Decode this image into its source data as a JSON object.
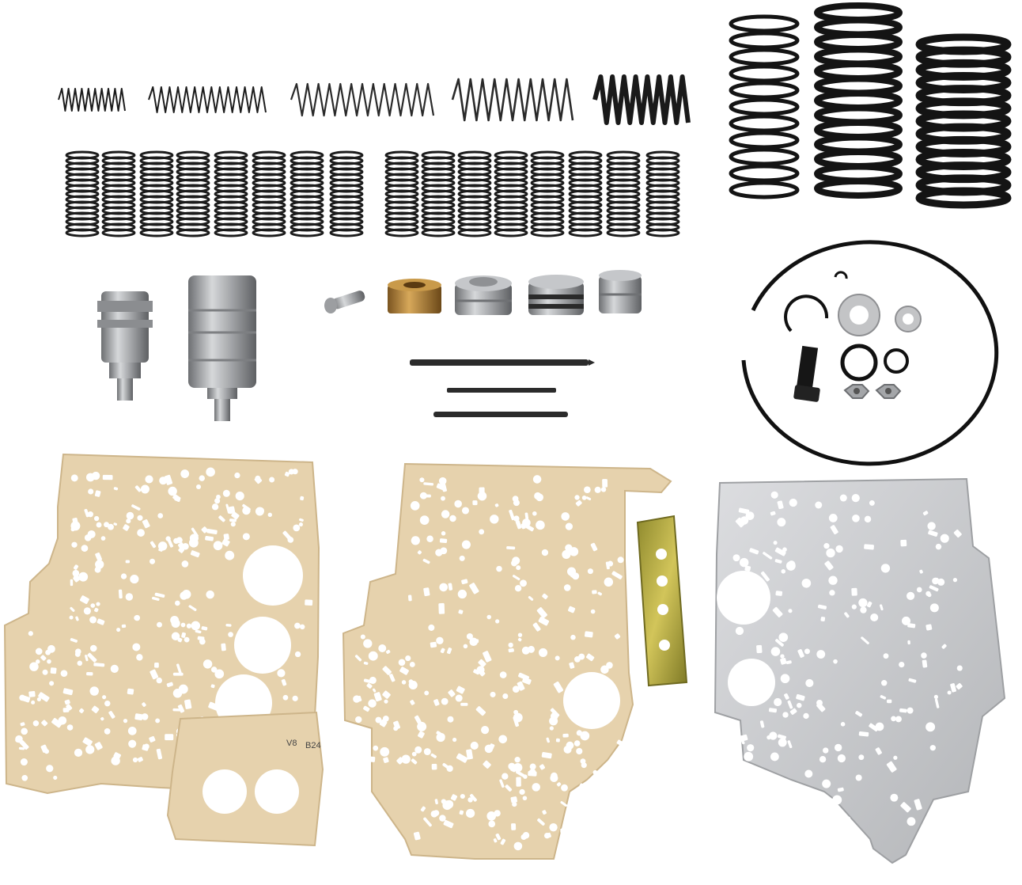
{
  "scene": {
    "subject": "valve-body-kit",
    "colors": {
      "background": "#ffffff",
      "spring_dark": "#1c1c1c",
      "spring_light": "#3a3a3a",
      "gasket": "#e6d2ad",
      "gasket_edge": "#cdb58a",
      "separator_plate": "#c9cacc",
      "plate_edge": "#9ea0a3",
      "brass": "#b88a3a",
      "steel": "#a7a9ac",
      "zinc_plate": "#b6a640"
    },
    "gasket_markings": {
      "left_mark": "V8",
      "right_mark": "B24"
    }
  }
}
